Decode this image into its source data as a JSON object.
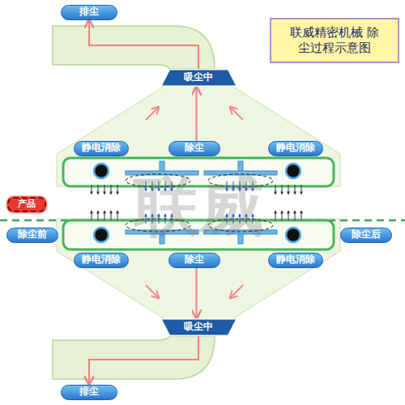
{
  "diagram": {
    "title": "联威精密机械 除尘过程示意图",
    "nodes": [
      {
        "text": [
          "排尘"
        ]
      },
      {
        "text": [
          "吸尘中"
        ]
      },
      {
        "text": [
          "静电消除"
        ]
      },
      {
        "text": [
          "除尘"
        ]
      },
      {
        "text": [
          "静电消除"
        ]
      },
      {
        "text": [
          "产品"
        ]
      },
      {
        "text": [
          "除尘前"
        ]
      },
      {
        "text": [
          "除尘后"
        ]
      },
      {
        "text": [
          "静电消除"
        ]
      },
      {
        "text": [
          "除尘"
        ]
      },
      {
        "text": [
          "静电消除"
        ]
      },
      {
        "text": [
          "吸尘中"
        ]
      },
      {
        "text": [
          "排尘"
        ]
      }
    ],
    "edges": [
      {
        "from": 3,
        "to": 1,
        "arrow": "to"
      },
      {
        "from": 1,
        "to": 0,
        "arrow": "to"
      },
      {
        "from": 9,
        "to": 11,
        "arrow": "to"
      },
      {
        "from": 11,
        "to": 12,
        "arrow": "to"
      }
    ],
    "labels": [
      "联威"
    ]
  }
}
